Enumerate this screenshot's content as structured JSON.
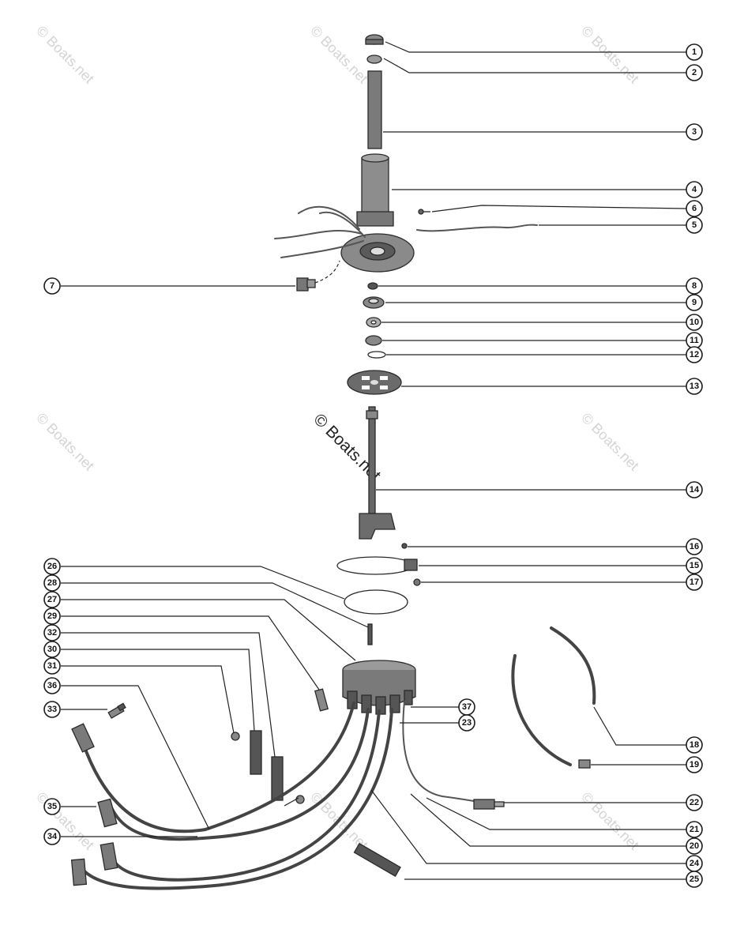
{
  "watermark": {
    "text": "© Boats.net"
  },
  "callouts": [
    {
      "id": "1",
      "label": "1"
    },
    {
      "id": "2",
      "label": "2"
    },
    {
      "id": "3",
      "label": "3"
    },
    {
      "id": "4",
      "label": "4"
    },
    {
      "id": "6",
      "label": "6"
    },
    {
      "id": "5",
      "label": "5"
    },
    {
      "id": "7",
      "label": "7"
    },
    {
      "id": "8",
      "label": "8"
    },
    {
      "id": "9",
      "label": "9"
    },
    {
      "id": "10",
      "label": "10"
    },
    {
      "id": "11",
      "label": "11"
    },
    {
      "id": "12",
      "label": "12"
    },
    {
      "id": "13",
      "label": "13"
    },
    {
      "id": "14",
      "label": "14"
    },
    {
      "id": "16",
      "label": "16"
    },
    {
      "id": "15",
      "label": "15"
    },
    {
      "id": "17",
      "label": "17"
    },
    {
      "id": "26",
      "label": "26"
    },
    {
      "id": "28",
      "label": "28"
    },
    {
      "id": "27",
      "label": "27"
    },
    {
      "id": "29",
      "label": "29"
    },
    {
      "id": "32",
      "label": "32"
    },
    {
      "id": "30",
      "label": "30"
    },
    {
      "id": "31",
      "label": "31"
    },
    {
      "id": "36",
      "label": "36"
    },
    {
      "id": "33",
      "label": "33"
    },
    {
      "id": "37",
      "label": "37"
    },
    {
      "id": "23",
      "label": "23"
    },
    {
      "id": "18",
      "label": "18"
    },
    {
      "id": "19",
      "label": "19"
    },
    {
      "id": "22",
      "label": "22"
    },
    {
      "id": "35",
      "label": "35"
    },
    {
      "id": "21",
      "label": "21"
    },
    {
      "id": "20",
      "label": "20"
    },
    {
      "id": "34",
      "label": "34"
    },
    {
      "id": "24",
      "label": "24"
    },
    {
      "id": "25",
      "label": "25"
    }
  ]
}
